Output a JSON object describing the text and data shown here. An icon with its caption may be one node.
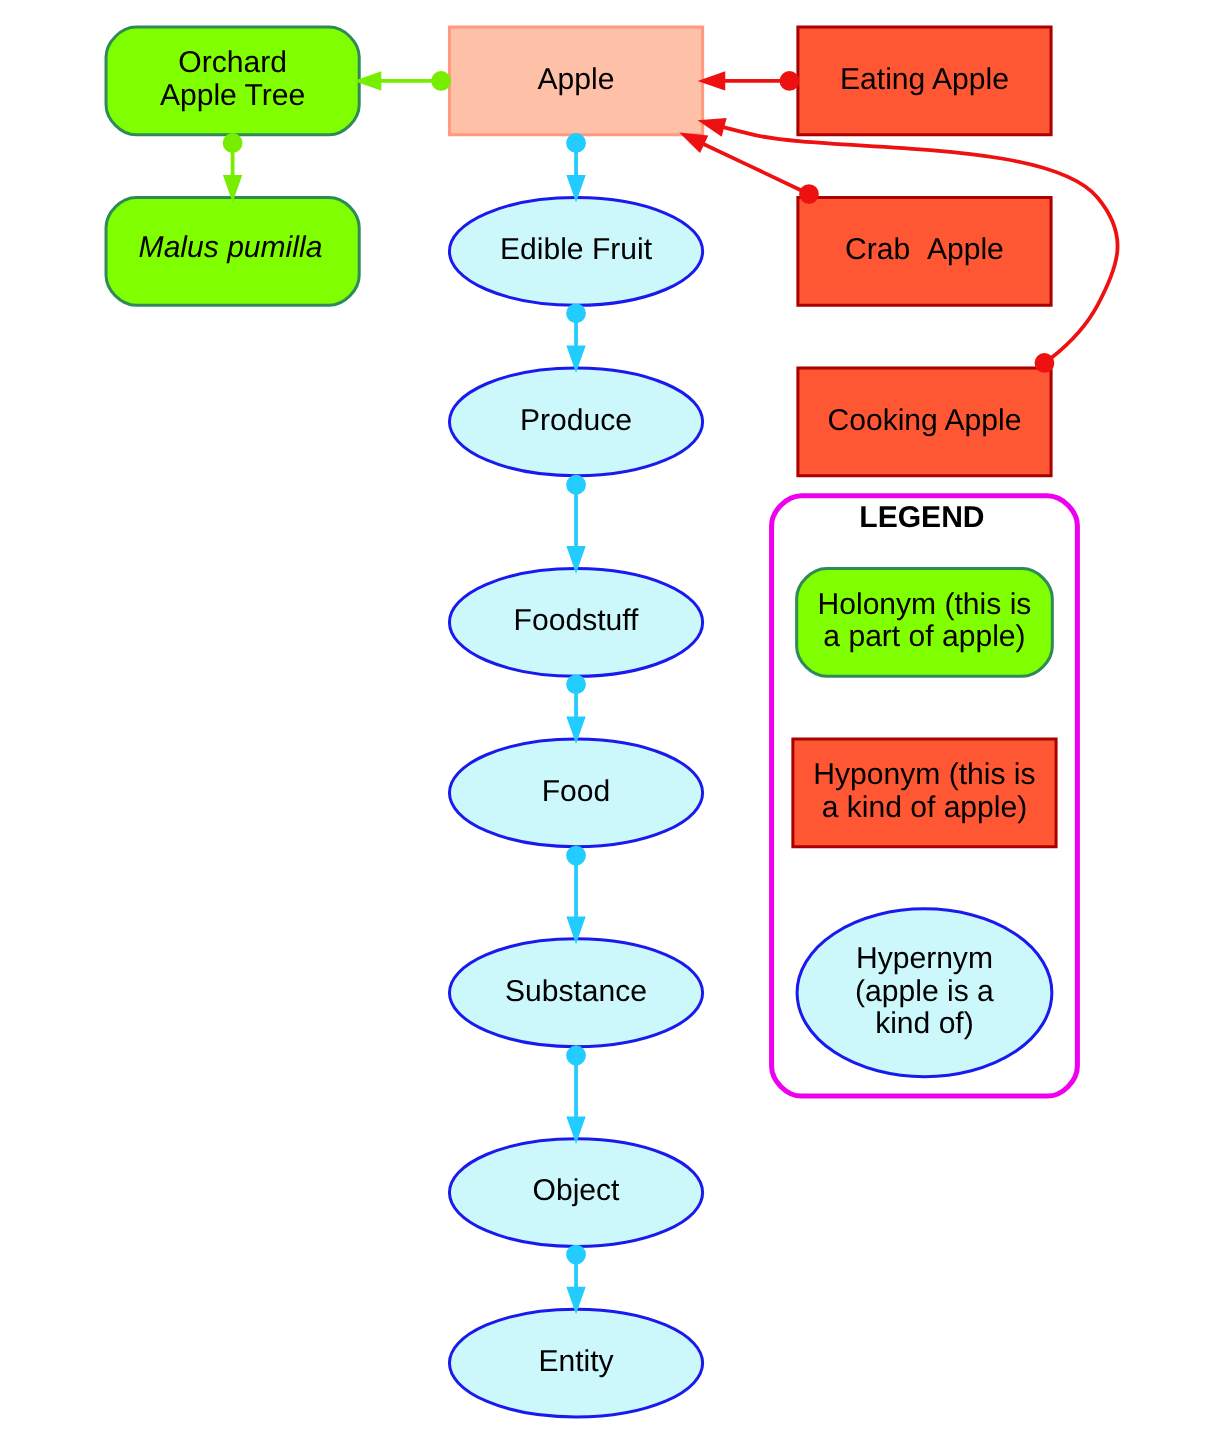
{
  "diagram": {
    "nodes": [
      {
        "text": [
          "Orchard Apple Tree"
        ]
      },
      {
        "text": [
          "Apple"
        ]
      },
      {
        "text": [
          "Eating Apple"
        ]
      },
      {
        "text": [
          "Malus pumilla"
        ]
      },
      {
        "text": [
          "Edible Fruit"
        ]
      },
      {
        "text": [
          "Crab  Apple"
        ]
      },
      {
        "text": [
          "Produce"
        ]
      },
      {
        "text": [
          "Cooking Apple"
        ]
      },
      {
        "text": [
          "Foodstuff"
        ]
      },
      {
        "text": [
          "LEGEND"
        ]
      },
      {
        "text": [
          "Food"
        ]
      },
      {
        "text": [
          "Holonym (this is a part of apple)"
        ],
        "in": 9
      },
      {
        "text": [
          "Substance"
        ]
      },
      {
        "text": [
          "Hyponym (this is a kind of apple)"
        ],
        "in": 9
      },
      {
        "text": [
          "Object"
        ]
      },
      {
        "text": [
          "Hypernym (apple is a kind of)"
        ],
        "in": 9
      },
      {
        "text": [
          "Entity"
        ]
      }
    ],
    "edges": [
      {
        "from": 1,
        "to": 0,
        "arrow": "to",
        "color": "#77ee00"
      },
      {
        "from": 0,
        "to": 3,
        "arrow": "to",
        "color": "#77ee00"
      },
      {
        "from": 2,
        "to": 1,
        "arrow": "to",
        "color": "#ee1111"
      },
      {
        "from": 5,
        "to": 1,
        "arrow": "to",
        "color": "#ee1111"
      },
      {
        "from": 7,
        "to": 1,
        "arrow": "to",
        "color": "#ee1111"
      },
      {
        "from": 1,
        "to": 4,
        "arrow": "to"
      },
      {
        "from": 4,
        "to": 6,
        "arrow": "to"
      },
      {
        "from": 6,
        "to": 8,
        "arrow": "to"
      },
      {
        "from": 8,
        "to": 10,
        "arrow": "to"
      },
      {
        "from": 10,
        "to": 12,
        "arrow": "to"
      },
      {
        "from": 12,
        "to": 14,
        "arrow": "to"
      },
      {
        "from": 14,
        "to": 16,
        "arrow": "to"
      }
    ]
  }
}
